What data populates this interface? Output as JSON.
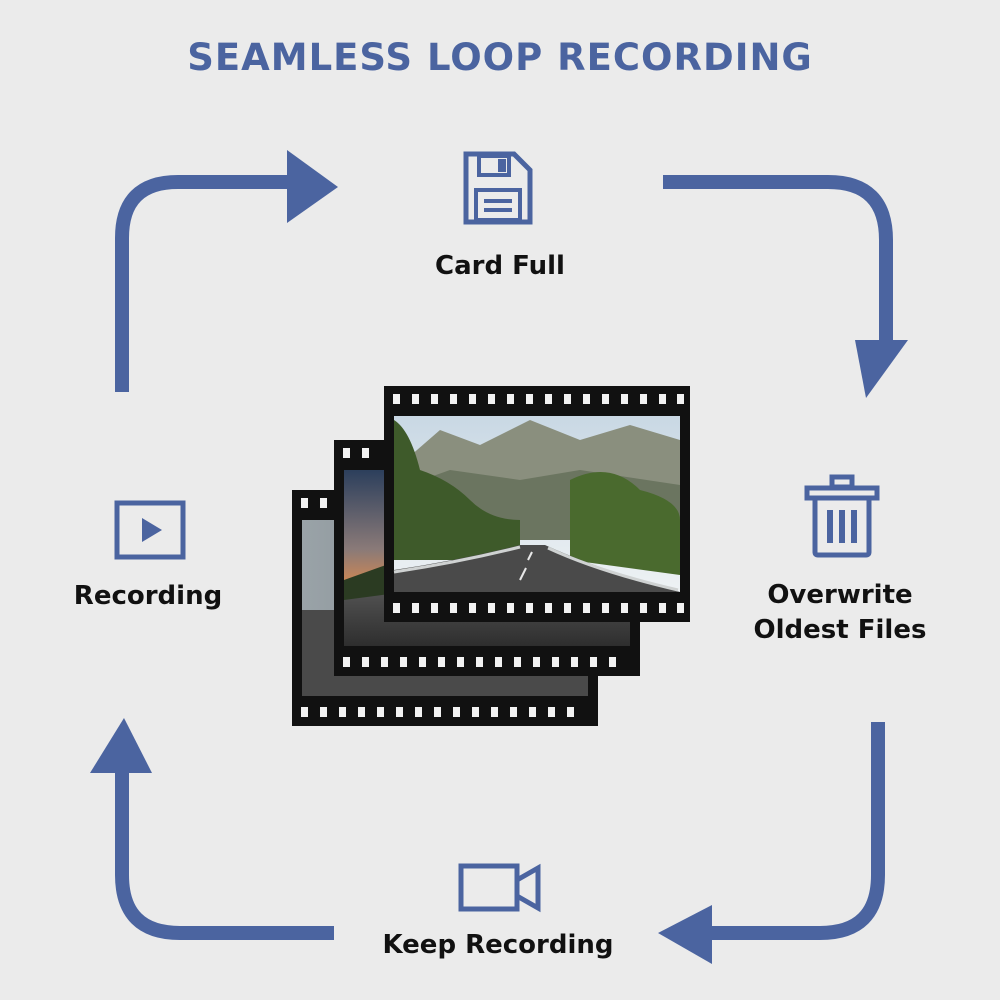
{
  "title": "SEAMLESS LOOP RECORDING",
  "steps": {
    "card_full": "Card Full",
    "overwrite": [
      "Overwrite",
      "Oldest Files"
    ],
    "keep_recording": "Keep Recording",
    "recording": "Recording"
  },
  "icons": {
    "card_full": "floppy-disk-icon",
    "overwrite": "trash-can-icon",
    "keep_recording": "video-camera-icon",
    "recording": "play-button-icon",
    "center": "film-strip-stack"
  },
  "colors": {
    "accent": "#4b64a0",
    "background": "#ebebeb",
    "text": "#111111",
    "film": "#111111"
  }
}
